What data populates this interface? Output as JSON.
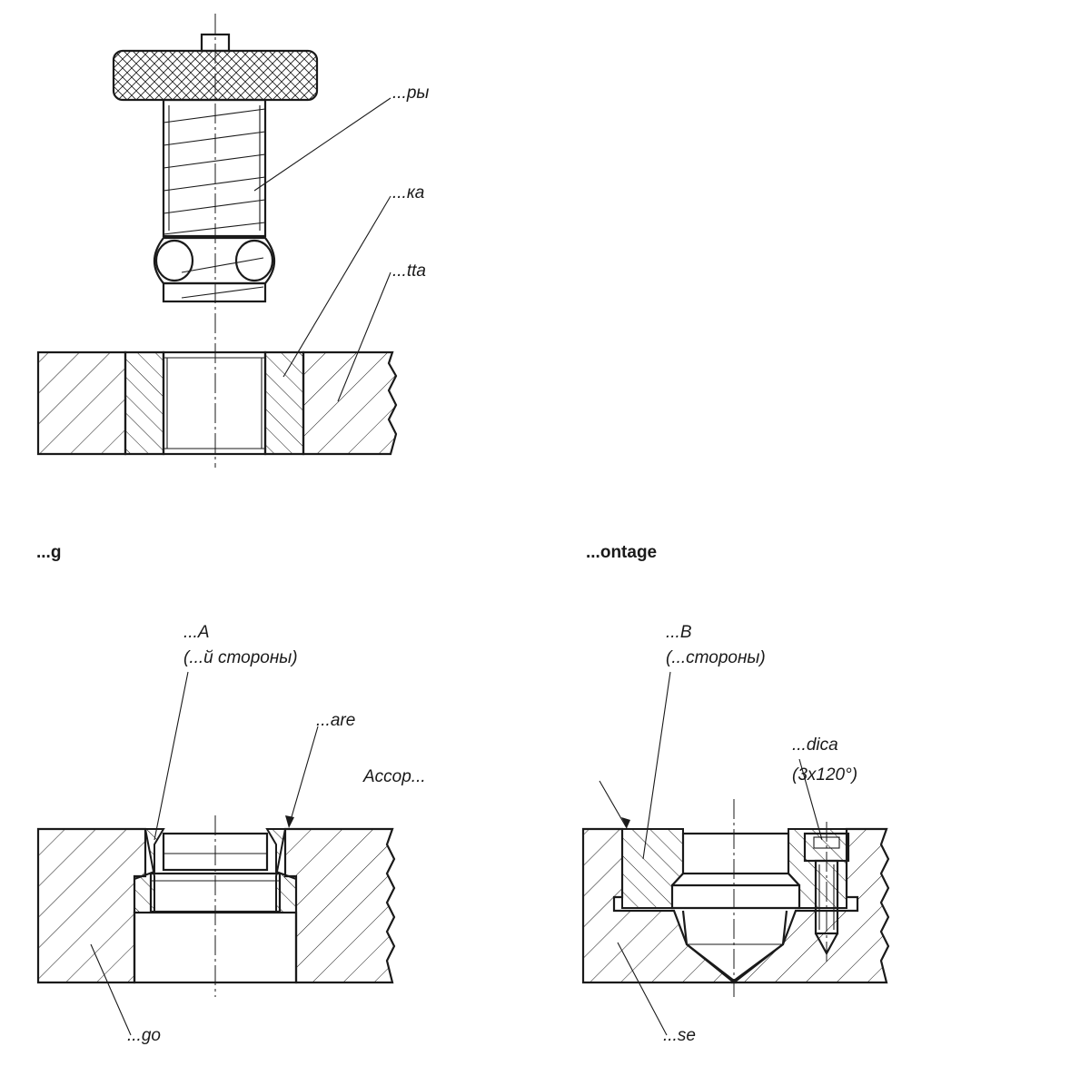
{
  "labels": {
    "top_sleeve_label": "...ры",
    "top_bush_label": "...ка",
    "top_plate_label": "...tta",
    "section_left_caption": "...g",
    "section_right_caption": "...ontage",
    "left_variant_label_line1": "...A",
    "left_variant_label_line2": "(...й стороны)",
    "left_bevel_label": "...are",
    "right_variant_label_line1": "...B",
    "right_variant_label_line2": "(...стороны)",
    "right_screw_label_line1": "...dica",
    "right_screw_label_line2": "(3x120°)",
    "right_accessory_label": "Accop...",
    "left_base_label": "...go",
    "right_base_label": "...se"
  },
  "colors": {
    "line": "#1a1a1a",
    "background": "#ffffff"
  }
}
